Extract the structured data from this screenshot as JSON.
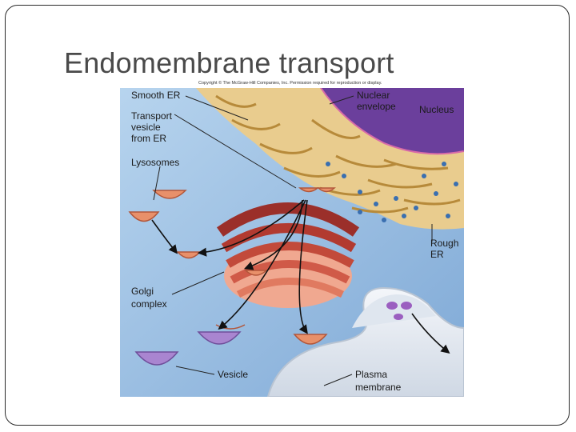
{
  "slide": {
    "title": "Endomembrane transport",
    "copyright": "Copyright © The McGraw-Hill Companies, Inc. Permission required for reproduction or display."
  },
  "labels": {
    "smooth_er": "Smooth ER",
    "transport_vesicle": [
      "Transport",
      "vesicle",
      "from ER"
    ],
    "lysosomes": "Lysosomes",
    "golgi": [
      "Golgi",
      "complex"
    ],
    "vesicle": "Vesicle",
    "nuclear_envelope": [
      "Nuclear",
      "envelope"
    ],
    "nucleus": "Nucleus",
    "rough_er": [
      "Rough",
      "ER"
    ],
    "plasma_membrane": [
      "Plasma",
      "membrane"
    ]
  },
  "colors": {
    "cytoplasm": "#9ec3e6",
    "er": "#e8c98a",
    "nucleus": "#7a4fa8",
    "golgi": "#c24a3a",
    "lysosome": "#e8906a",
    "membrane": "#e6ebf2",
    "vesicle": "#a07ac8"
  }
}
